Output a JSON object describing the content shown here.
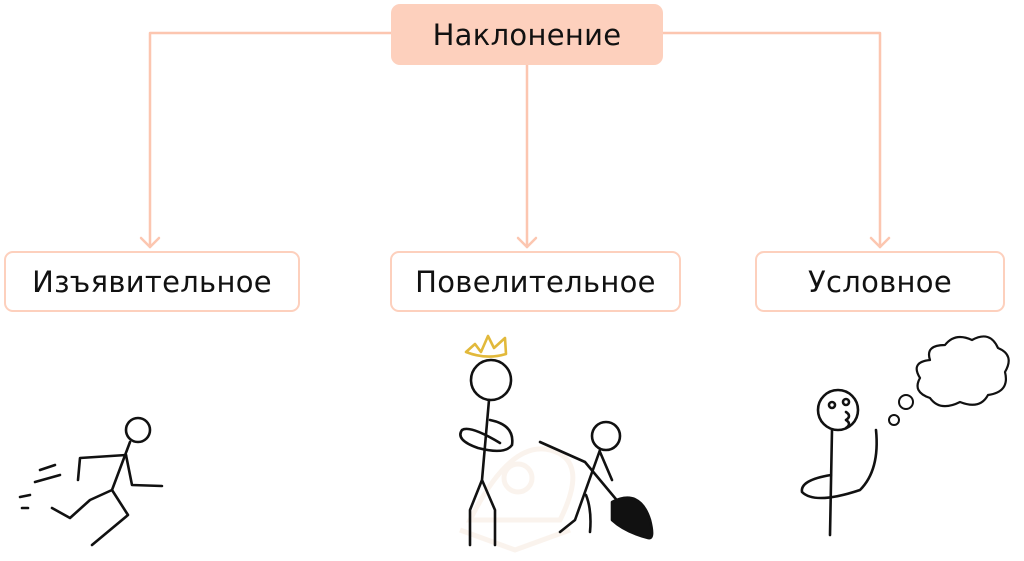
{
  "root": {
    "label": "Наклонение"
  },
  "children": [
    {
      "label": "Изъявительное"
    },
    {
      "label": "Повелительное"
    },
    {
      "label": "Условное"
    }
  ],
  "colors": {
    "accent": "#fdd0bd",
    "line": "#fcc6b0",
    "crown": "#e2b93b",
    "ink": "#111111"
  }
}
